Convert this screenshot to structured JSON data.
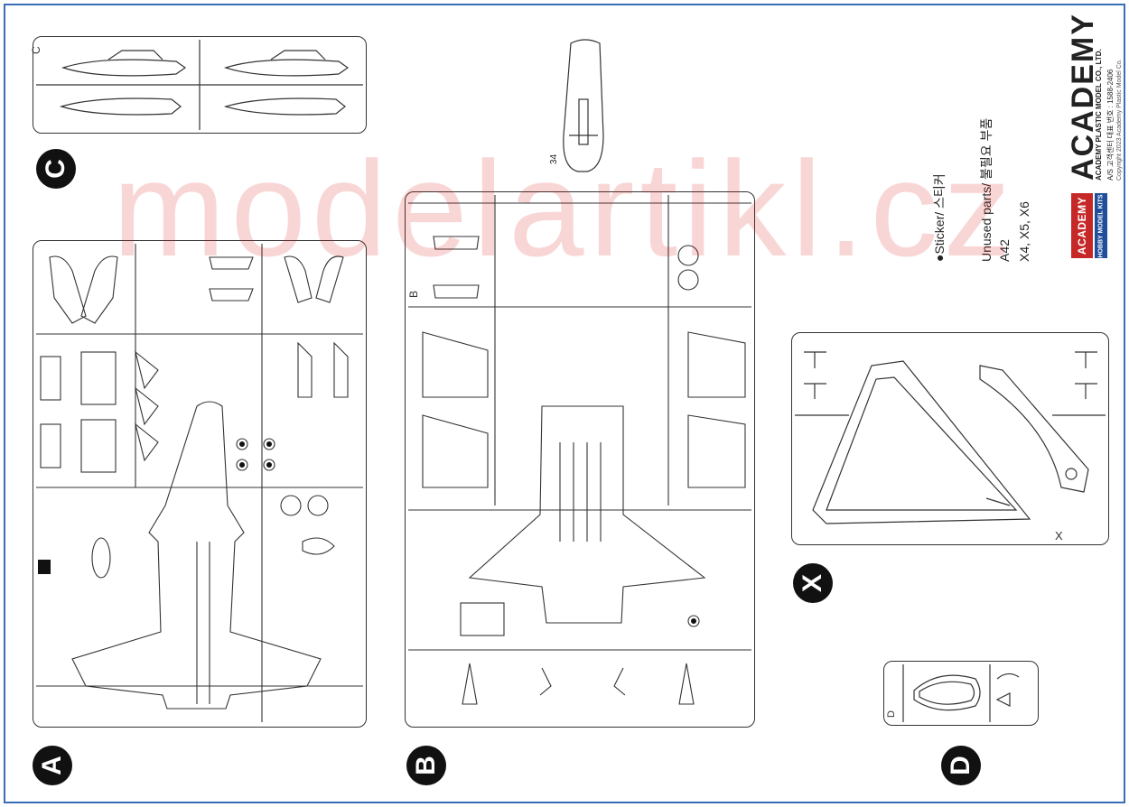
{
  "watermark": "modelartikl.cz",
  "sprues": {
    "A": {
      "letter": "A"
    },
    "B": {
      "letter": "B"
    },
    "C": {
      "letter": "C"
    },
    "D": {
      "letter": "D"
    },
    "X": {
      "letter": "X"
    }
  },
  "notes": {
    "sticker": "●Sticker/ 스티커",
    "unused": "Unused parts/ 불필요 부품",
    "unused_a": "A42",
    "unused_x": "X4, X5, X6"
  },
  "brand": {
    "logo_text": "ACADEMY",
    "red_logo": "ACADEMY",
    "blue_logo": "HOBBY MODEL KITS",
    "company": "ACADEMY PLASTIC MODEL CO., LTD.",
    "service": "A/S 고객센터 대표 번호 : 1588-2406",
    "copyright": "Copyright 2023 Academy Plastic Model Co."
  },
  "part_34_label": "34",
  "colors": {
    "frame": "#3b6eb5",
    "logo_red": "#c62828",
    "logo_blue": "#1f4e9a",
    "watermark": "#dc1e1e"
  }
}
